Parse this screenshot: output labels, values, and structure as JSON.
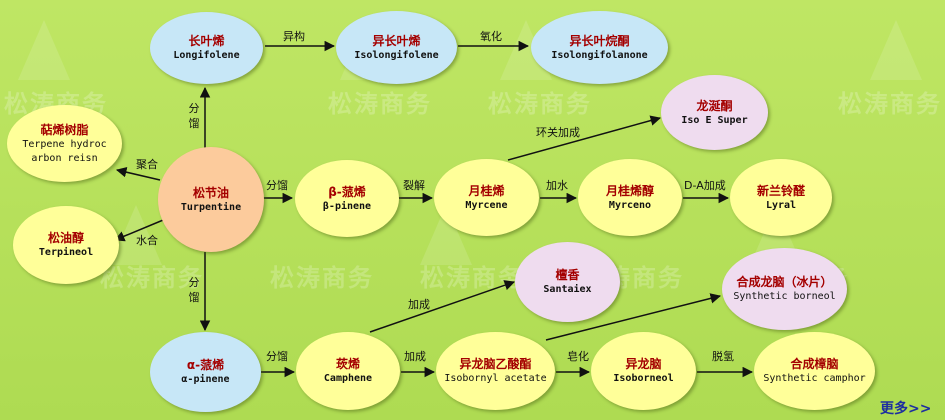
{
  "watermark": "松涛商务",
  "more_link": "更多>>",
  "nodes": {
    "longifolene": {
      "zh": "长叶烯",
      "en": "Longifolene"
    },
    "isolongifolene": {
      "zh": "异长叶烯",
      "en": "Isolongifolene"
    },
    "isolongifolanone": {
      "zh": "异长叶烷酮",
      "en": "Isolongifolanone"
    },
    "iso_e_super": {
      "zh": "龙涎酮",
      "en": "Iso E Super"
    },
    "terpene_resin": {
      "zh": "萜烯树脂",
      "en": "Terpene hydroc arbon reisn"
    },
    "turpentine": {
      "zh": "松节油",
      "en": "Turpentine"
    },
    "beta_pinene": {
      "zh": "β-蒎烯",
      "en": "β-pinene"
    },
    "myrcene": {
      "zh": "月桂烯",
      "en": "Myrcene"
    },
    "myrcenol": {
      "zh": "月桂烯醇",
      "en": "Myrceno"
    },
    "lyral": {
      "zh": "新兰铃醛",
      "en": "Lyral"
    },
    "terpineol": {
      "zh": "松油醇",
      "en": "Terpineol"
    },
    "santalex": {
      "zh": "檀香",
      "en": "Santaiex"
    },
    "synthetic_borneol": {
      "zh": "合成龙脑（冰片）",
      "en": "Synthetic borneol"
    },
    "alpha_pinene": {
      "zh": "α-蒎烯",
      "en": "α-pinene"
    },
    "camphene": {
      "zh": "莰烯",
      "en": "Camphene"
    },
    "isobornyl_acetate": {
      "zh": "异龙脑乙酸酯",
      "en": "Isobornyl acetate"
    },
    "isoborneol": {
      "zh": "异龙脑",
      "en": "Isoborneol"
    },
    "synthetic_camphor": {
      "zh": "合成樟脑",
      "en": "Synthetic camphor"
    }
  },
  "edges": {
    "isomerization": "异构",
    "oxidation": "氧化",
    "cyclization_addition": "环关加成",
    "distill_up": "分馏",
    "distill_down": "分馏",
    "polymerization": "聚合",
    "hydration": "水合",
    "distill_beta": "分馏",
    "cracking": "裂解",
    "add_water": "加水",
    "da_addition": "D-A加成",
    "addition_santalex": "加成",
    "distill_alpha": "分馏",
    "addition_acetate": "加成",
    "saponification": "皂化",
    "dehydrogenation": "脱氢"
  }
}
